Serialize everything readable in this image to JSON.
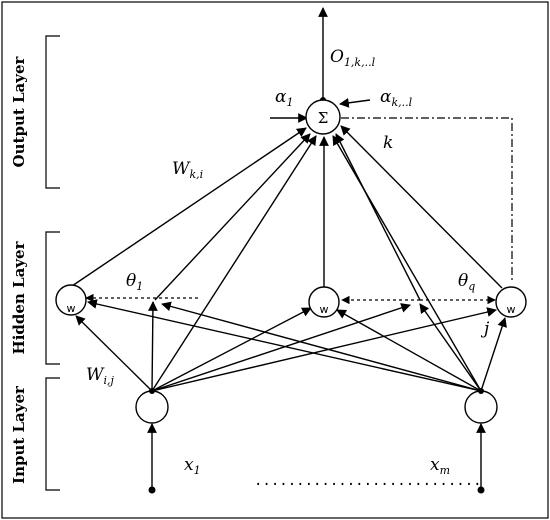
{
  "layers": {
    "output": "Output Layer",
    "hidden": "Hidden Layer",
    "input": "Input Layer"
  },
  "output_node": {
    "symbol": "Σ",
    "out_main": "O",
    "out_sub": "1,k,..l",
    "alpha_left_main": "α",
    "alpha_left_sub": "1",
    "alpha_right_main": "α",
    "alpha_right_sub": "k,..l",
    "index": "k"
  },
  "weights": {
    "hidden_out_main": "W",
    "hidden_out_sub": "k,i",
    "in_hidden_main": "W",
    "in_hidden_sub": "i,j"
  },
  "hidden": {
    "theta_left_main": "θ",
    "theta_left_sub": "1",
    "theta_right_main": "θ",
    "theta_right_sub": "q",
    "index": "j",
    "activation_glyph": "w"
  },
  "inputs": {
    "x1_main": "x",
    "x1_sub": "1",
    "xm_main": "x",
    "xm_sub": "m",
    "ellipsis": "..........................."
  }
}
